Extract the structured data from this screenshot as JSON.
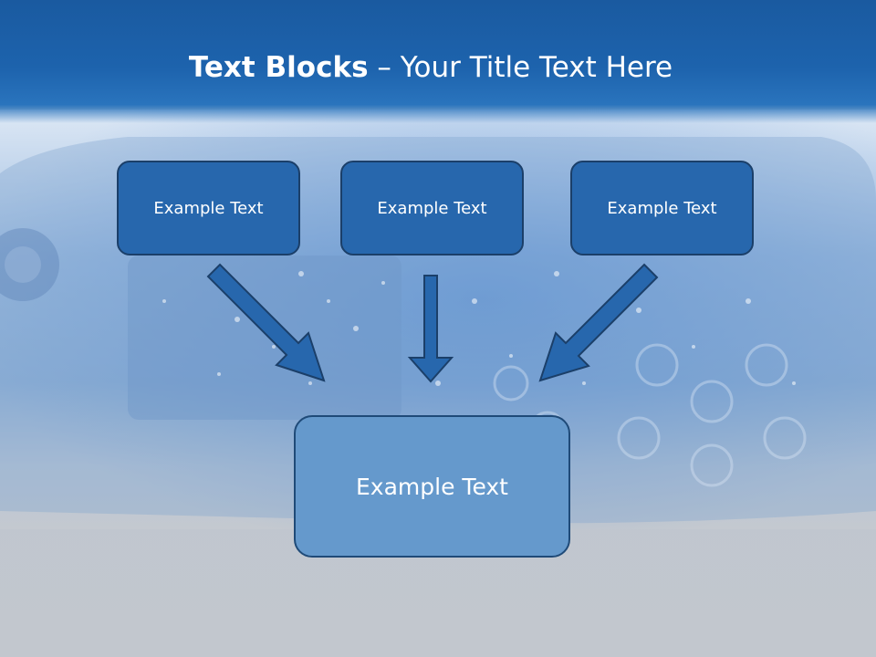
{
  "slide": {
    "title_bold": "Text Blocks",
    "title_rest": " – Your Title Text Here",
    "boxes": [
      {
        "label": "Example Text"
      },
      {
        "label": "Example Text"
      },
      {
        "label": "Example Text"
      }
    ],
    "main_box": {
      "label": "Example Text"
    },
    "colors": {
      "header": "#1d63ad",
      "box_fill": "#2767ad",
      "box_border": "#1b3f69",
      "main_fill": "#6599cc",
      "arrow_fill": "#2767ad"
    }
  }
}
